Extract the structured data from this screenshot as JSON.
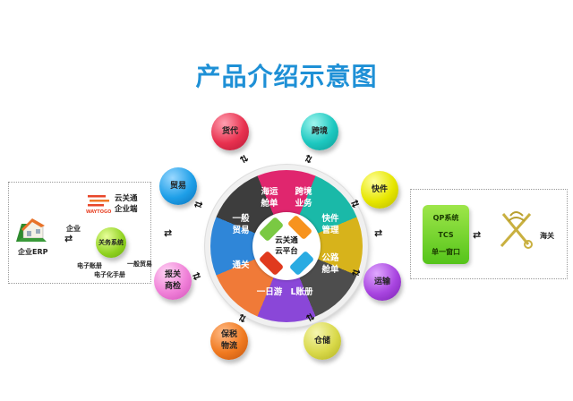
{
  "title": "产品介绍示意图",
  "left_panel": {
    "erp_label": "企业ERP",
    "link_label": "企业",
    "brand_name": "云关通\n企业端",
    "brand_logo": "WAYTOGO",
    "customs_system": "关务系统",
    "outputs": [
      "电子账册",
      "电子化手册",
      "一般贸易"
    ]
  },
  "right_panel": {
    "systems": [
      "QP系统",
      "TCS",
      "单一窗口"
    ],
    "customs_label": "海关"
  },
  "hub": {
    "label": "云关通\n云平台",
    "colors": [
      "#7ac943",
      "#f7931e",
      "#29abe2",
      "#e03a1e"
    ]
  },
  "wheel_segments": [
    {
      "label": "海运\n舱单",
      "color": "#e0266e"
    },
    {
      "label": "跨境\n业务",
      "color": "#1ab9a8"
    },
    {
      "label": "快件\n管理",
      "color": "#d7b31b"
    },
    {
      "label": "公路\n舱单",
      "color": "#4d4d4d"
    },
    {
      "label": "L账册",
      "color": "#8a47d8"
    },
    {
      "label": "一日游",
      "color": "#f07a38"
    },
    {
      "label": "通关",
      "color": "#2f86d8"
    },
    {
      "label": "一般\n贸易",
      "color": "#3d3d3d"
    }
  ],
  "outer_nodes": [
    {
      "label": "货代",
      "color": "#e8314f"
    },
    {
      "label": "跨境",
      "color": "#1dc8c0"
    },
    {
      "label": "快件",
      "color": "#e6e600"
    },
    {
      "label": "运输",
      "color": "#a845e0"
    },
    {
      "label": "仓储",
      "color": "#d9d94a"
    },
    {
      "label": "保税\n物流",
      "color": "#f07a20"
    },
    {
      "label": "报关\n商检",
      "color": "#f080d8"
    },
    {
      "label": "贸易",
      "color": "#1e9fe8"
    }
  ],
  "arrow_glyph": "⇄"
}
